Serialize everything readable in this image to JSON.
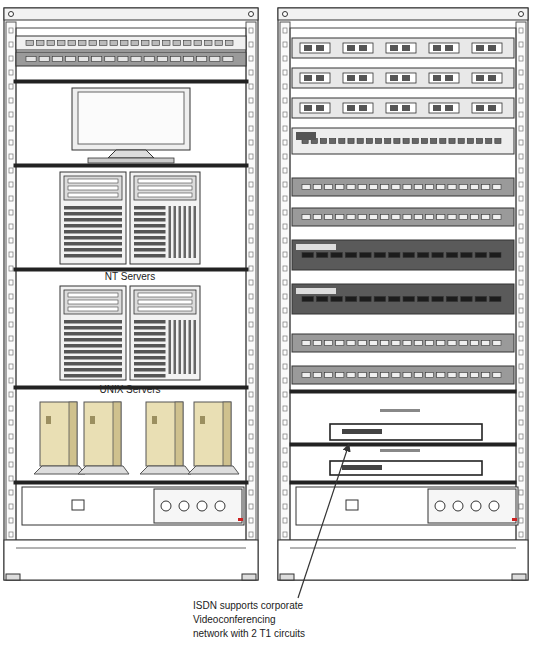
{
  "diagram": {
    "labels": [
      "NT Servers",
      "UNIX Servers",
      "ISDN supports corporate Videoconferencing network with 2 T1 circuits"
    ]
  }
}
